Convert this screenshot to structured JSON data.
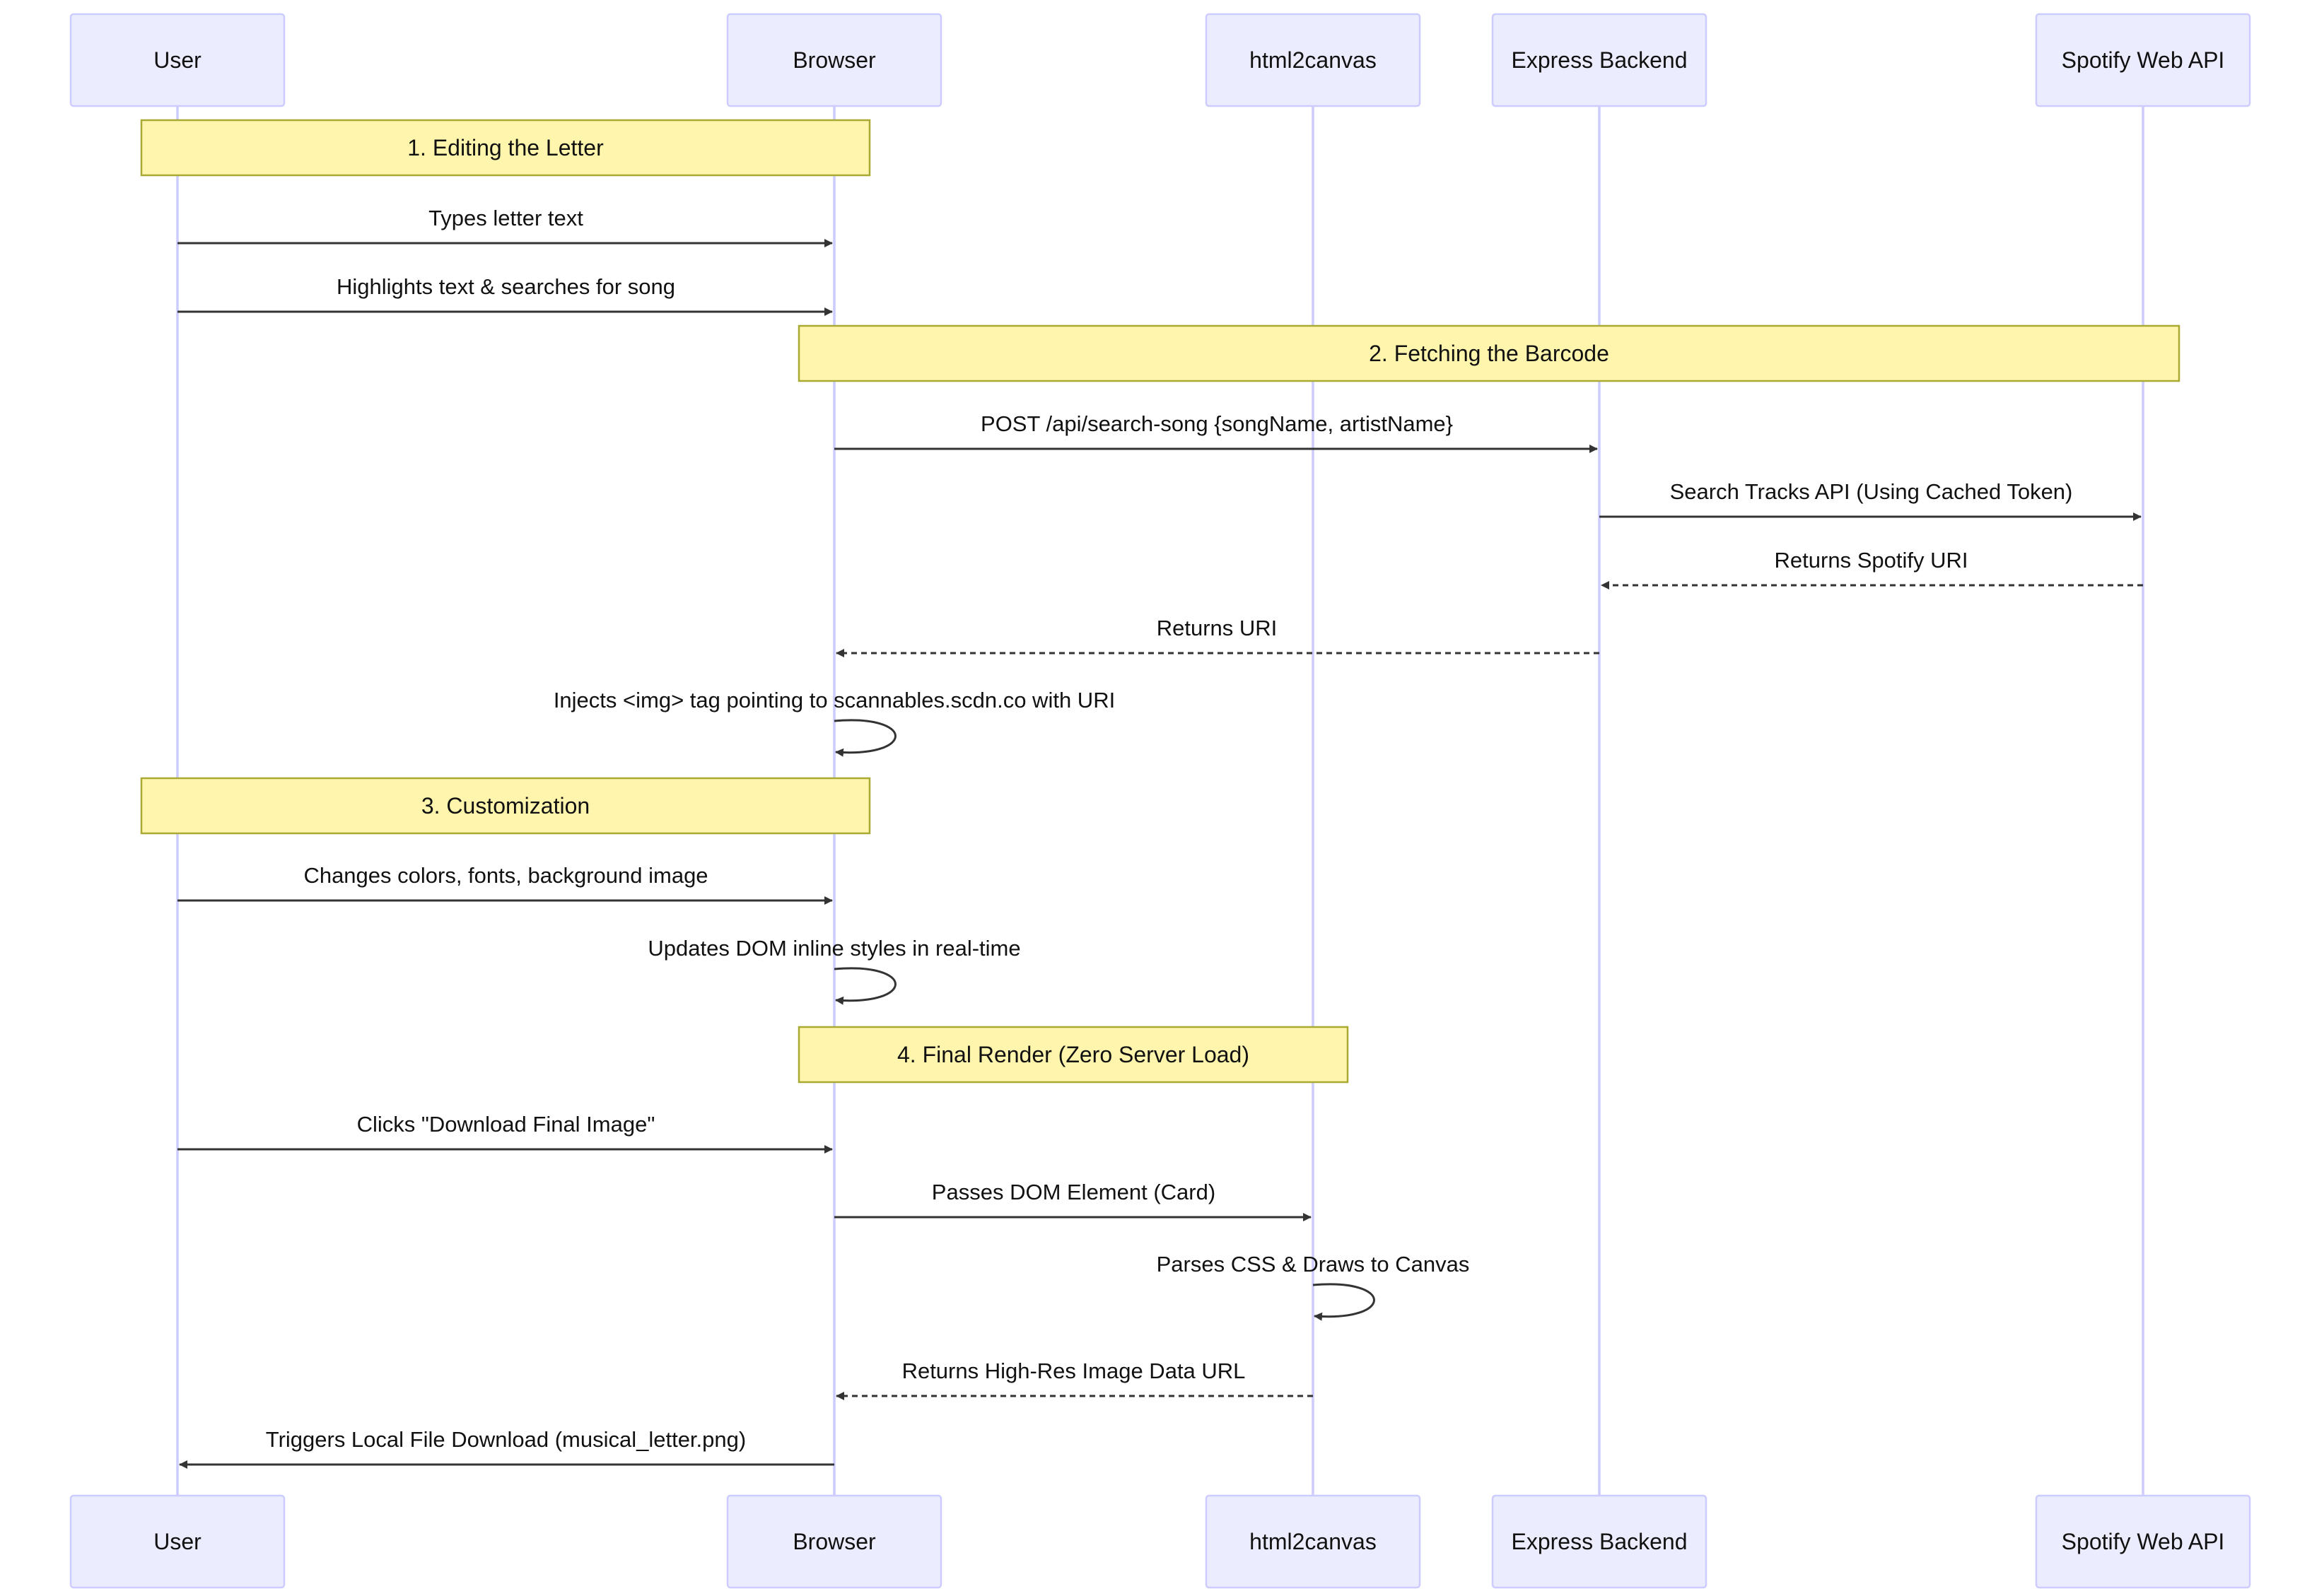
{
  "participants": [
    {
      "id": "user",
      "label": "User"
    },
    {
      "id": "browser",
      "label": "Browser"
    },
    {
      "id": "h2c",
      "label": "html2canvas"
    },
    {
      "id": "backend",
      "label": "Express Backend"
    },
    {
      "id": "spotify",
      "label": "Spotify Web API"
    }
  ],
  "notes": [
    {
      "text": "1. Editing the Letter"
    },
    {
      "text": "2. Fetching the Barcode"
    },
    {
      "text": "3. Customization"
    },
    {
      "text": "4. Final Render (Zero Server Load)"
    }
  ],
  "messages": [
    {
      "from": "user",
      "to": "browser",
      "text": "Types letter text",
      "style": "solid"
    },
    {
      "from": "user",
      "to": "browser",
      "text": "Highlights text & searches for song",
      "style": "solid"
    },
    {
      "from": "browser",
      "to": "backend",
      "text": "POST /api/search-song {songName, artistName}",
      "style": "solid"
    },
    {
      "from": "backend",
      "to": "spotify",
      "text": "Search Tracks API (Using Cached Token)",
      "style": "solid"
    },
    {
      "from": "spotify",
      "to": "backend",
      "text": "Returns Spotify URI",
      "style": "dashed"
    },
    {
      "from": "backend",
      "to": "browser",
      "text": "Returns URI",
      "style": "dashed"
    },
    {
      "from": "browser",
      "to": "browser",
      "text": "Injects <img> tag pointing to scannables.scdn.co with URI",
      "style": "solid"
    },
    {
      "from": "user",
      "to": "browser",
      "text": "Changes colors, fonts, background image",
      "style": "solid"
    },
    {
      "from": "browser",
      "to": "browser",
      "text": "Updates DOM inline styles in real-time",
      "style": "solid"
    },
    {
      "from": "user",
      "to": "browser",
      "text": "Clicks \"Download Final Image\"",
      "style": "solid"
    },
    {
      "from": "browser",
      "to": "h2c",
      "text": "Passes DOM Element (Card)",
      "style": "solid"
    },
    {
      "from": "h2c",
      "to": "h2c",
      "text": "Parses CSS & Draws to Canvas",
      "style": "solid"
    },
    {
      "from": "h2c",
      "to": "browser",
      "text": "Returns High-Res Image Data URL",
      "style": "dashed"
    },
    {
      "from": "browser",
      "to": "user",
      "text": "Triggers Local File Download (musical_letter.png)",
      "style": "solid"
    }
  ]
}
